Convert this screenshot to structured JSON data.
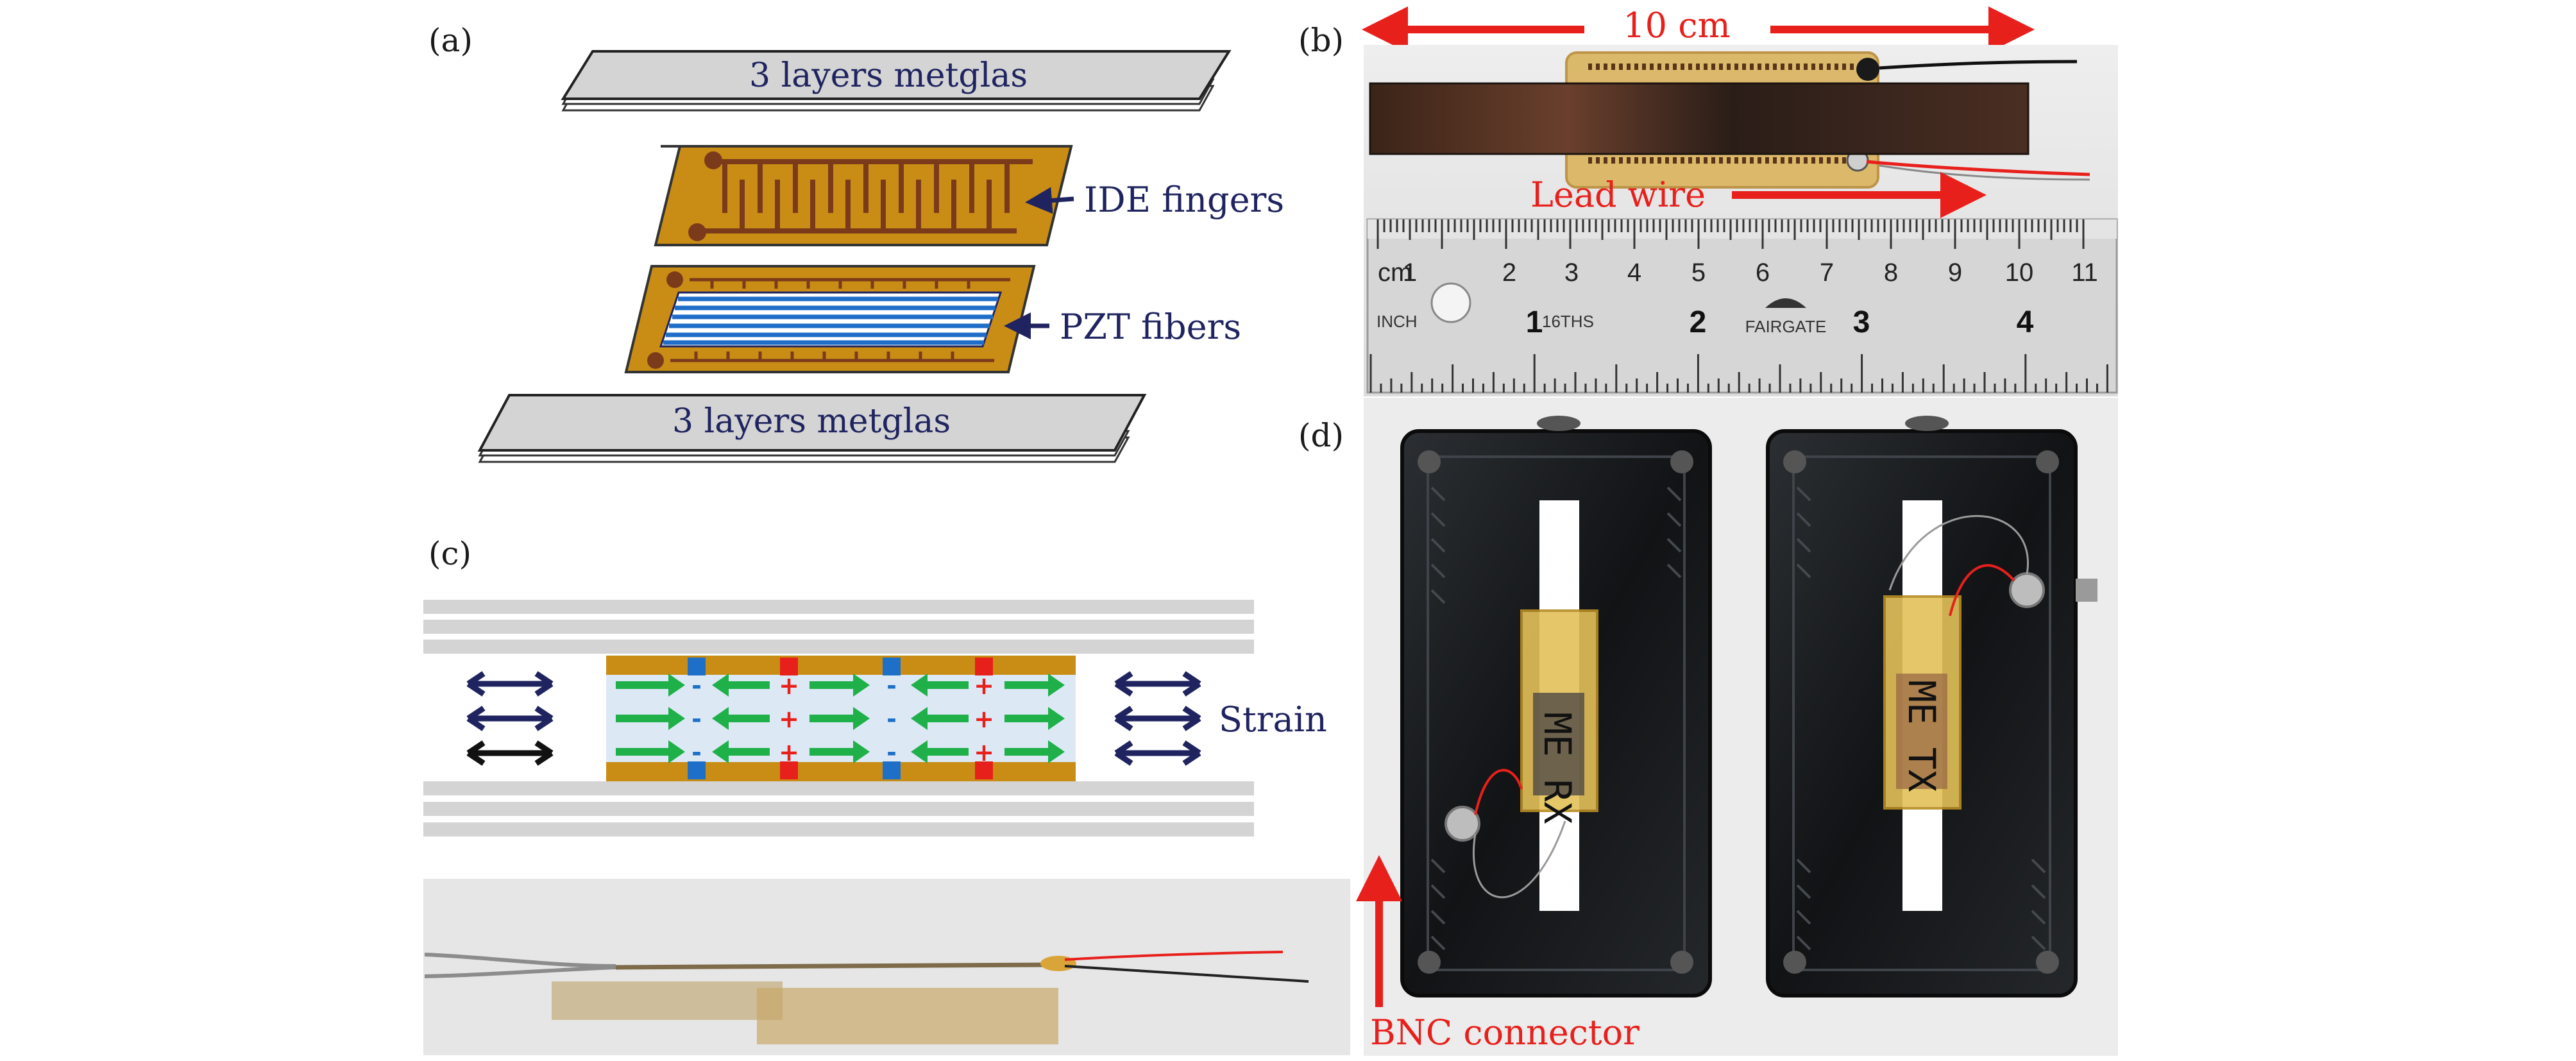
{
  "panels": {
    "a": {
      "label": "(a)",
      "top_layer": "3 layers metglas",
      "bottom_layer": "3 layers metglas",
      "ide_label": "IDE fingers",
      "pzt_label": "PZT fibers"
    },
    "b": {
      "label": "(b)",
      "length_label": "10 cm",
      "lead_label": "Lead wire",
      "ruler": {
        "unit_cm": "cm",
        "cm_ticks": [
          "1",
          "2",
          "3",
          "4",
          "5",
          "6",
          "7",
          "8",
          "9",
          "10",
          "11"
        ],
        "unit_inch": "INCH",
        "sixteenths": "16THS",
        "inch_ticks": [
          "1",
          "2",
          "3",
          "4"
        ],
        "brand": "FAIRGATE"
      }
    },
    "c": {
      "label": "(c)",
      "strain_label": "Strain",
      "plus_sign": "+",
      "minus_sign": "-"
    },
    "d": {
      "label": "(d)",
      "rx_label": "ME RX",
      "tx_label": "ME TX",
      "bnc_label": "BNC connector"
    }
  },
  "colors": {
    "metglas": "#d4d4d4",
    "substrate": "#c98d16",
    "arrow_red": "#e8201c",
    "arrow_navy": "#1f2460",
    "field_green": "#1fb04a",
    "electrode_red": "#e8201c",
    "electrode_blue": "#1e6fc8",
    "annotation_blue": "#1f2460",
    "annotation_red": "#e8201c"
  }
}
